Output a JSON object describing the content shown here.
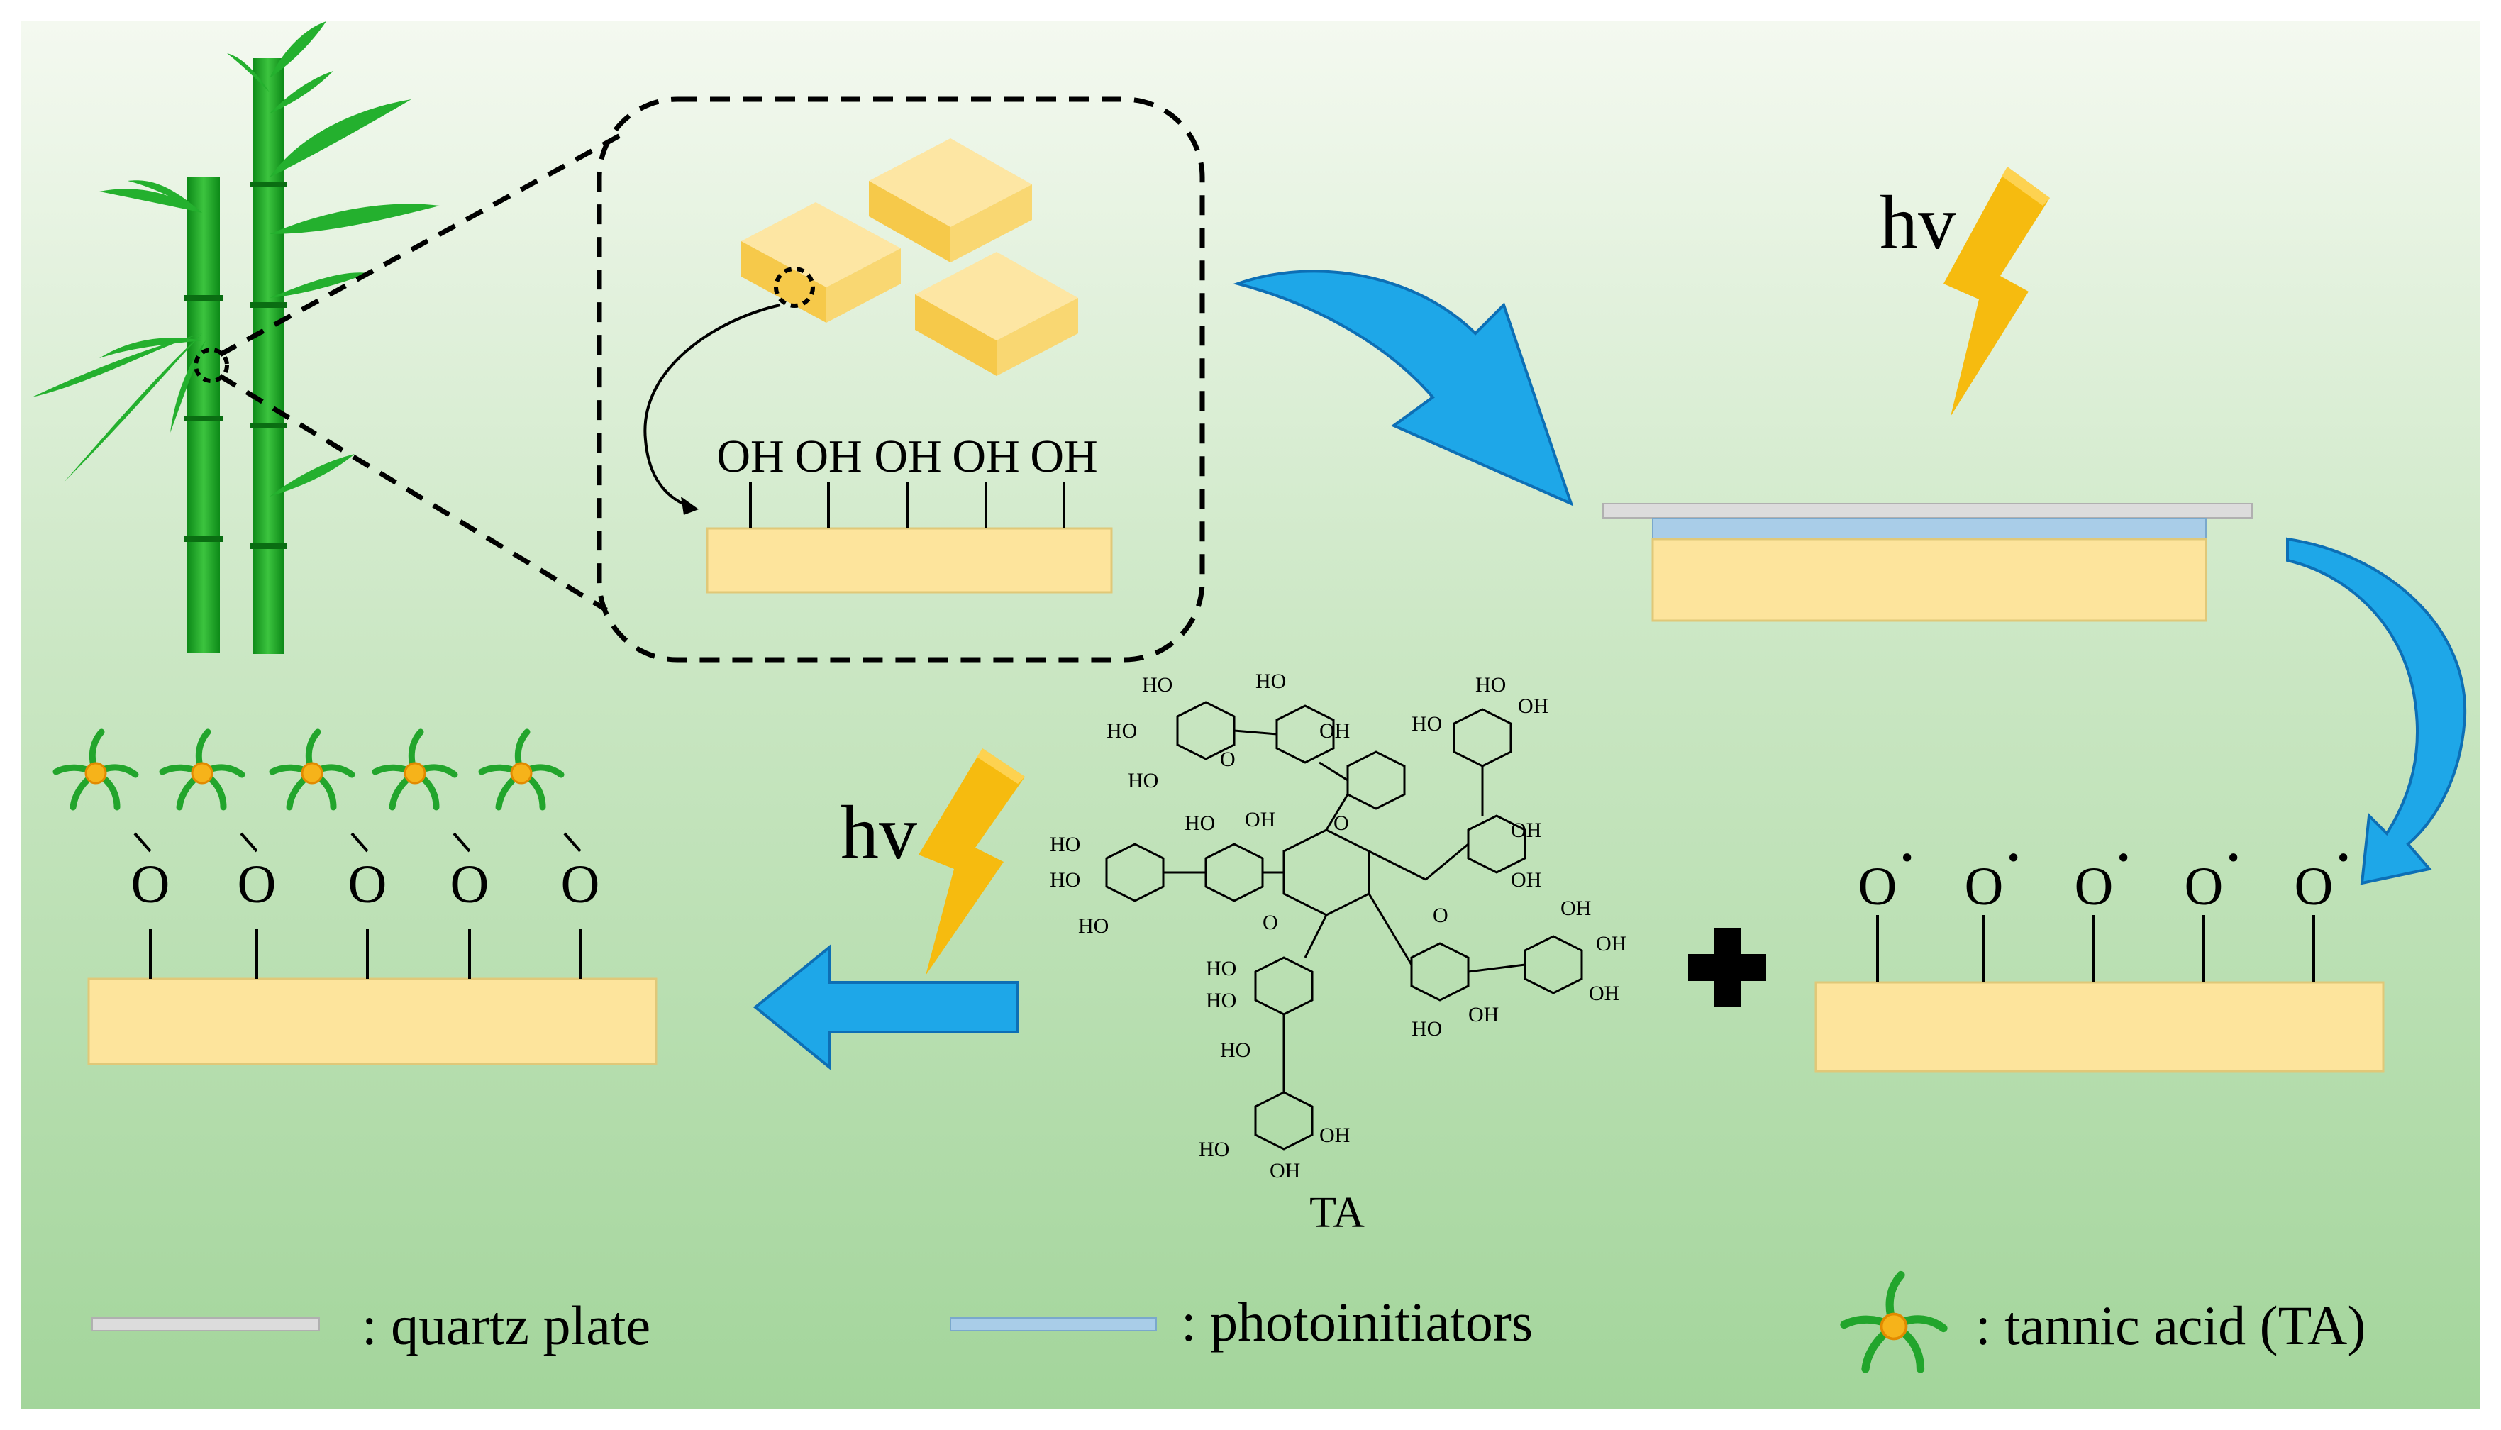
{
  "colors": {
    "background_top": "#f3f8ef",
    "background_bottom": "#a9d8a2",
    "bamboo": "#1ea428",
    "wood": "#fbe49a",
    "wood_border": "#d9bf6a",
    "arrow_blue": "#1ea7e8",
    "bolt": "#f6bb0f",
    "quartz": "#d8d8d8",
    "photoinitiator": "#a9cde8"
  },
  "icons": {
    "lightning": "lightning-bolt-icon",
    "plus": "plus-icon",
    "ta_star": "tannic-acid-star-icon"
  },
  "labels": {
    "oh": "OH",
    "o": "O",
    "radical_dot": "·",
    "hv": "hv",
    "ta_ho": "HO",
    "ta_oh": "OH",
    "ta_o": "O",
    "ta_name": "TA"
  },
  "legend": {
    "quartz": ": quartz plate",
    "photoinitiators": ": photoinitiators",
    "tannic_acid": ": tannic acid (TA)"
  }
}
